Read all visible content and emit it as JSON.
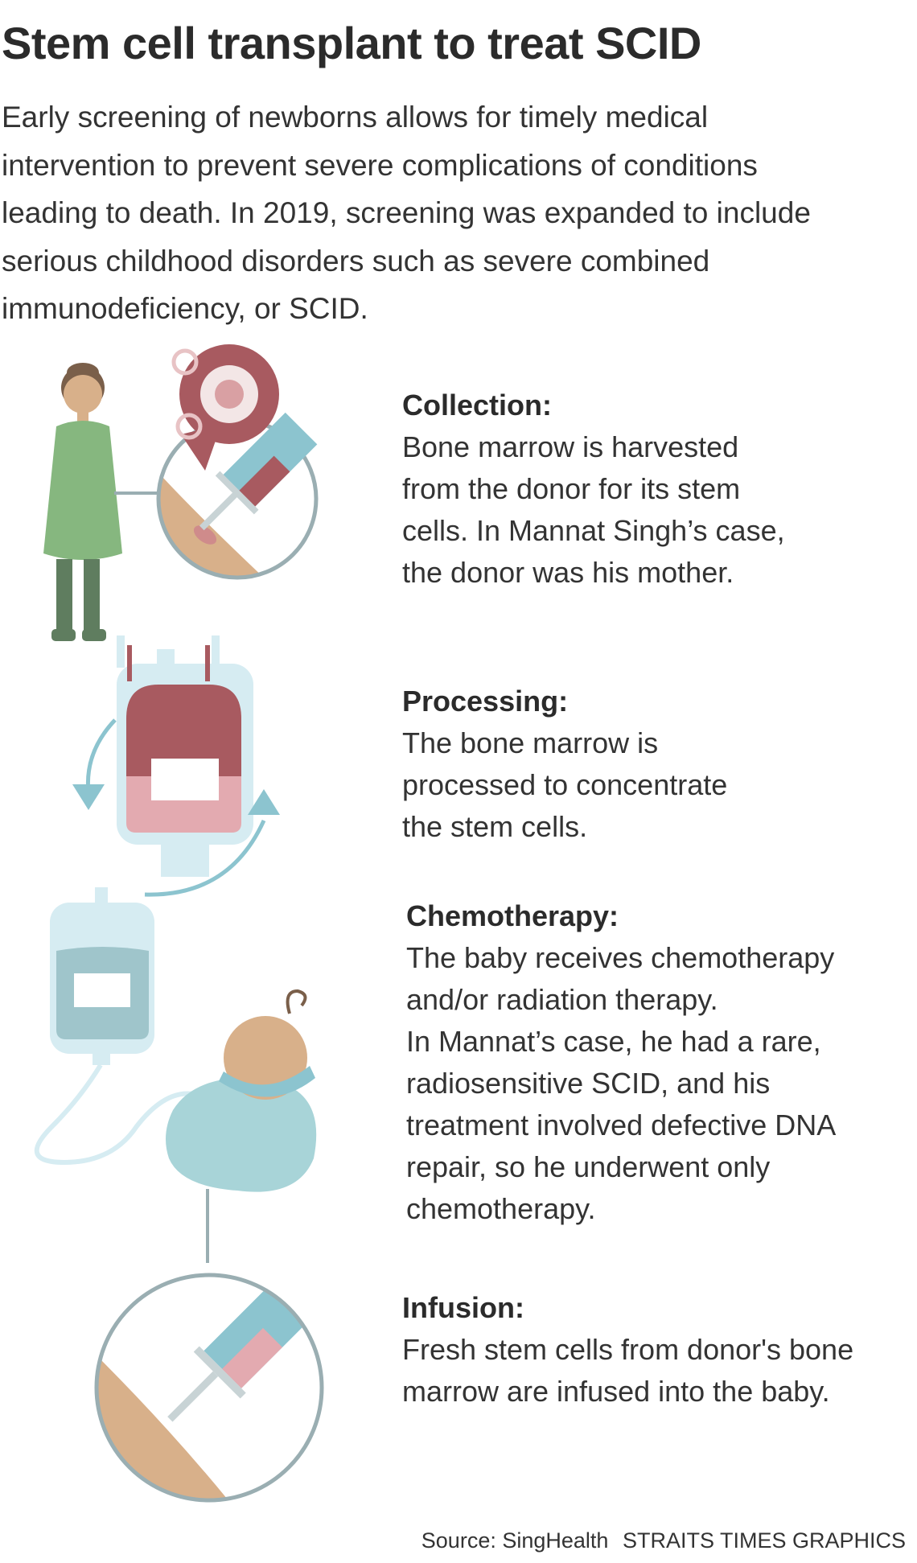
{
  "header": {
    "title": "Stem cell transplant to treat SCID",
    "intro_lines": [
      "Early screening of newborns allows for timely medical",
      "intervention to prevent severe complications of conditions",
      "leading to death. In 2019, screening was expanded to include",
      "serious childhood disorders such as severe combined",
      "immunodeficiency, or SCID."
    ]
  },
  "steps": [
    {
      "heading": "Collection:",
      "lines": [
        "Bone marrow is harvested",
        "from the donor for its stem",
        "cells. In Mannat Singh’s case,",
        "the donor was his mother."
      ]
    },
    {
      "heading": "Processing:",
      "lines": [
        "The bone marrow is",
        "processed to concentrate",
        "the stem cells."
      ]
    },
    {
      "heading": "Chemotherapy:",
      "lines": [
        "The baby receives chemotherapy",
        "and/or radiation therapy.",
        "In Mannat’s case, he had a rare,",
        "radiosensitive SCID, and his",
        "treatment involved defective DNA",
        "repair, so he underwent only",
        "chemotherapy."
      ]
    },
    {
      "heading": "Infusion:",
      "lines": [
        "Fresh stem cells from donor's bone",
        "marrow are infused into the baby."
      ]
    }
  ],
  "footer": {
    "source": "Source: SingHealth",
    "credit": "STRAITS TIMES GRAPHICS"
  },
  "colors": {
    "marrow": "#a85a60",
    "marrow_light": "#e3aab0",
    "teal": "#8cc4cf",
    "teal_light": "#d6ecf2",
    "skin": "#d8b08a",
    "green_dress": "#86b77f",
    "outline": "#9aaeb2"
  }
}
